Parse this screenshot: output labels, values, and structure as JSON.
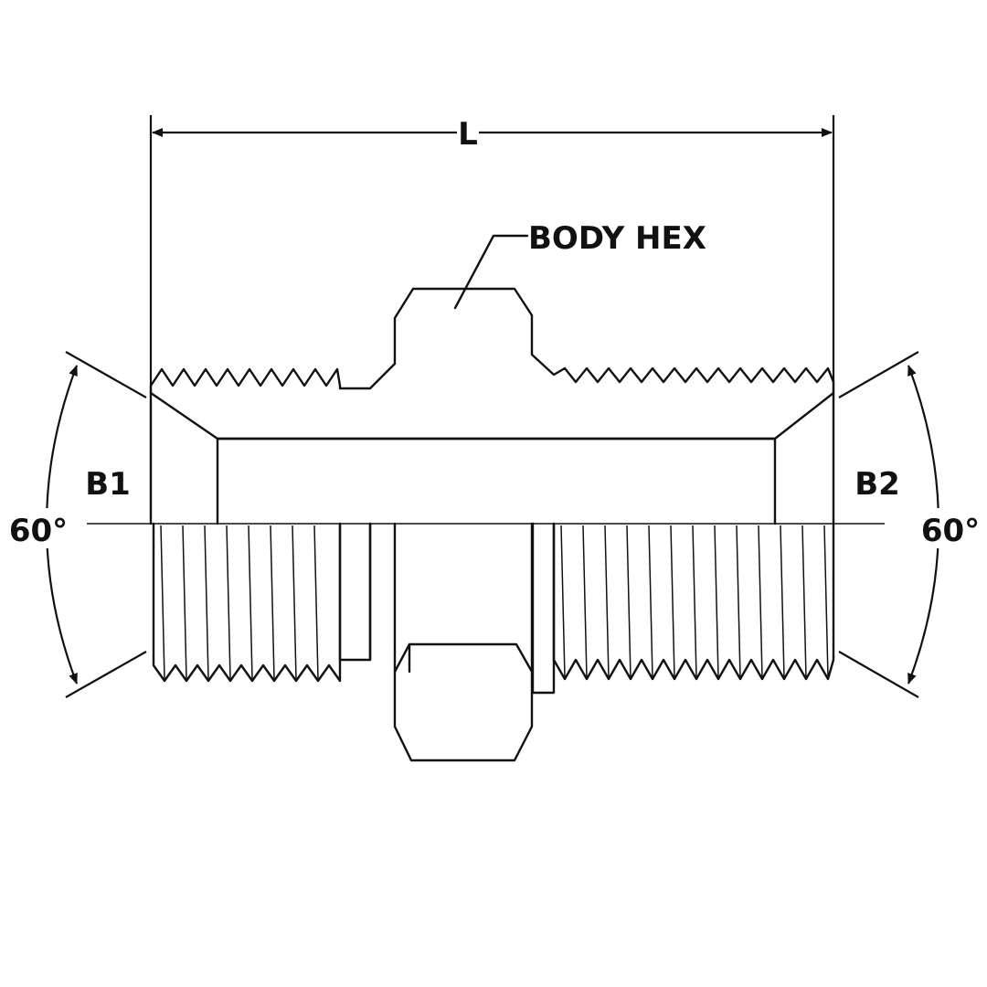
{
  "labels": {
    "length": "L",
    "body_hex": "BODY HEX",
    "end_left": "B1",
    "end_right": "B2",
    "angle_left": "60°",
    "angle_right": "60°"
  },
  "colors": {
    "ink": "#111111",
    "background": "#ffffff"
  }
}
